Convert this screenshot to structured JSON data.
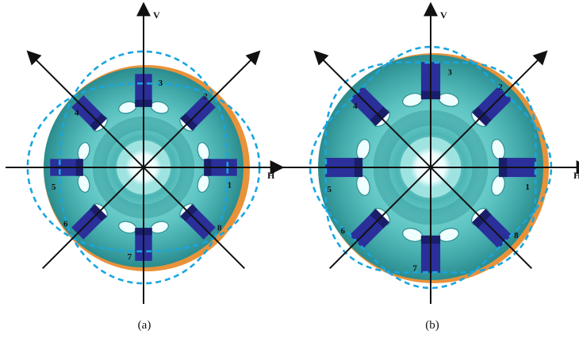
{
  "panels": [
    {
      "id": "a",
      "caption": "(a)",
      "v_label": "V",
      "h_label": "H",
      "sensor_labels": [
        "1",
        "2",
        "3",
        "4",
        "5",
        "6",
        "7",
        "8"
      ]
    },
    {
      "id": "b",
      "caption": "(b)",
      "v_label": "V",
      "h_label": "H",
      "sensor_labels": [
        "1",
        "2",
        "3",
        "4",
        "5",
        "6",
        "7",
        "8"
      ]
    }
  ],
  "colors": {
    "outer_ring": "#e8923a",
    "disc_outer": "#2f9a9c",
    "disc_mid": "#5cc9c7",
    "disc_inner": "#a6ecea",
    "hub_hole": "#eafcfc",
    "sensor": "#2a2f9a",
    "sensor_dark": "#1a1e6a",
    "dashed_curve": "#19a6e0",
    "axis": "#111111"
  }
}
